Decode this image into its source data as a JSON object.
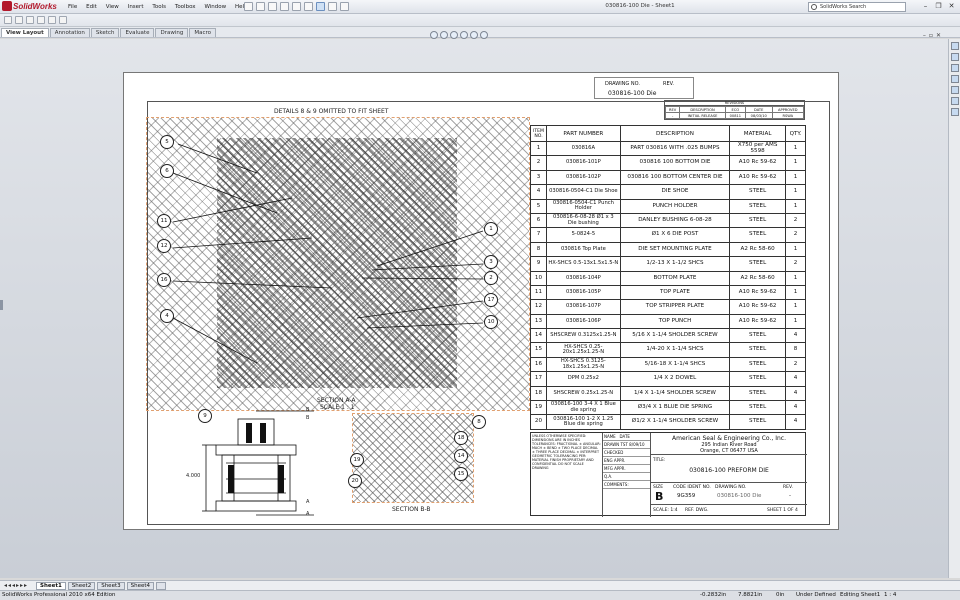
{
  "app": {
    "logo": "SolidWorks",
    "window_title": "030816-100 Die - Sheet1",
    "menus": [
      "File",
      "Edit",
      "View",
      "Insert",
      "Tools",
      "Toolbox",
      "Window",
      "Help"
    ],
    "search_label": "SolidWorks Search"
  },
  "tabs": [
    "View Layout",
    "Annotation",
    "Sketch",
    "Evaluate",
    "Drawing",
    "Macro"
  ],
  "drawing": {
    "drawing_no_label": "DRAWING NO.",
    "rev_label": "REV.",
    "drawing_no_value": "030816-100 Die",
    "details_note": "DETAILS 8 & 9 OMITTED TO FIT SHEET",
    "section_a": "SECTION A-A",
    "section_a_scale": "SCALE 1 : 1",
    "section_b": "SECTION B-B",
    "dimension": "4.000",
    "view_arrow_labels": [
      "B",
      "B",
      "A",
      "A"
    ],
    "balloons_left": [
      "5",
      "6",
      "11",
      "12",
      "16",
      "4"
    ],
    "balloons_right": [
      "1",
      "3",
      "2",
      "17",
      "10"
    ],
    "balloons_side": [
      "9"
    ],
    "balloons_b": [
      "8",
      "18",
      "14",
      "19",
      "20",
      "15"
    ]
  },
  "revisions": {
    "title": "REVISIONS",
    "headers": [
      "REV",
      "DESCRIPTION",
      "ECO",
      "DATE",
      "APPROVED"
    ],
    "row": [
      "-",
      "INITIAL RELEASE",
      "00811",
      "08/03/10",
      "RSWA"
    ]
  },
  "bom": {
    "headers": [
      "ITEM NO.",
      "PART NUMBER",
      "DESCRIPTION",
      "MATERIAL",
      "QTY."
    ],
    "rows": [
      [
        "1",
        "030816A",
        "PART 030816 WITH .025 BUMPS",
        "X750 per AMS 5598",
        "1"
      ],
      [
        "2",
        "030816-101P",
        "030816 100 BOTTOM DIE",
        "A10 Rc 59-62",
        "1"
      ],
      [
        "3",
        "030816-102P",
        "030816 100 BOTTOM CENTER DIE",
        "A10 Rc 59-62",
        "1"
      ],
      [
        "4",
        "030816-0504-C1 Die Shoe",
        "DIE SHOE",
        "STEEL",
        "1"
      ],
      [
        "5",
        "030816-0504-C1 Punch Holder",
        "PUNCH HOLDER",
        "STEEL",
        "1"
      ],
      [
        "6",
        "030816-6-08-28 Ø1 x 3 Die bushing",
        "DANLEY BUSHING 6-08-28",
        "STEEL",
        "2"
      ],
      [
        "7",
        "5-0824-5",
        "Ø1 X 6 DIE POST",
        "STEEL",
        "2"
      ],
      [
        "8",
        "030816 Top Plate",
        "DIE SET MOUNTING PLATE",
        "A2 Rc 58-60",
        "1"
      ],
      [
        "9",
        "HX-SHCS 0.5-13x1.5x1.5-N",
        "1/2-13 X 1-1/2 SHCS",
        "STEEL",
        "2"
      ],
      [
        "10",
        "030816-104P",
        "BOTTOM PLATE",
        "A2 Rc 58-60",
        "1"
      ],
      [
        "11",
        "030816-105P",
        "TOP PLATE",
        "A10 Rc 59-62",
        "1"
      ],
      [
        "12",
        "030816-107P",
        "TOP STRIPPER PLATE",
        "A10 Rc 59-62",
        "1"
      ],
      [
        "13",
        "030816-106P",
        "TOP PUNCH",
        "A10 Rc 59-62",
        "1"
      ],
      [
        "14",
        "SHSCREW 0.3125x1.25-N",
        "5/16 X 1-1/4 SHOLDER SCREW",
        "STEEL",
        "4"
      ],
      [
        "15",
        "HX-SHCS 0.25-20x1.25x1.25-N",
        "1/4-20 X 1-1/4 SHCS",
        "STEEL",
        "8"
      ],
      [
        "16",
        "HX-SHCS 0.3125-18x1.25x1.25-N",
        "5/16-18 X 1-1/4 SHCS",
        "STEEL",
        "2"
      ],
      [
        "17",
        "DPM 0.25x2",
        "1/4 X 2 DOWEL",
        "STEEL",
        "4"
      ],
      [
        "18",
        "SHSCREW 0.25x1.25-N",
        "1/4 X 1-1/4 SHOLDER SCREW",
        "STEEL",
        "4"
      ],
      [
        "19",
        "030816-100 3-4 X 1 Blue die spring",
        "Ø3/4 X 1 BLUE DIE SPRING",
        "STEEL",
        "4"
      ],
      [
        "20",
        "030816-100 1-2 X 1.25 Blue die spring",
        "Ø1/2 X 1-1/4 SHOLDER SCREW",
        "STEEL",
        "4"
      ]
    ]
  },
  "titleblock": {
    "tolerance_note": "UNLESS OTHERWISE SPECIFIED: DIMENSIONS ARE IN INCHES TOLERANCES: FRACTIONAL ± ANGULAR: MACH ± BEND ± TWO PLACE DECIMAL ± THREE PLACE DECIMAL ± INTERPRET GEOMETRIC TOLERANCING PER: MATERIAL FINISH PROPRIETARY AND CONFIDENTIAL DO NOT SCALE DRAWING",
    "names_header": [
      "NAME",
      "DATE"
    ],
    "names_rows": [
      "DRAWN",
      "CHECKED",
      "ENG APPR.",
      "MFG APPR.",
      "Q.A.",
      "COMMENTS:"
    ],
    "drawn_by": "TST",
    "drawn_date": "8/09/10",
    "company": "American Seal & Engineering Co., Inc.",
    "address1": "295 Indian River Road",
    "address2": "Orange, CT 06477 USA",
    "title_label": "TITLE:",
    "title_value": "030816-100 PREFORM DIE",
    "size_label": "SIZE",
    "size_value": "B",
    "cage_label": "CODE IDENT NO.",
    "cage_value": "9G359",
    "dwg_label": "DRAWING NO.",
    "dwg_value": "030816-100 Die",
    "rev_label": "REV.",
    "rev_value": "-",
    "scale": "SCALE: 1:4",
    "refdwg": "REF. DWG.",
    "sheet": "SHEET 1 OF 4"
  },
  "sheet_tabs": [
    "Sheet1",
    "Sheet2",
    "Sheet3",
    "Sheet4"
  ],
  "status": {
    "left": "SolidWorks Professional 2010 x64 Edition",
    "x": "-0.2832in",
    "y": "7.8821in",
    "z": "0in",
    "state": "Under Defined",
    "editing": "Editing Sheet1",
    "scale": "1 : 4"
  }
}
